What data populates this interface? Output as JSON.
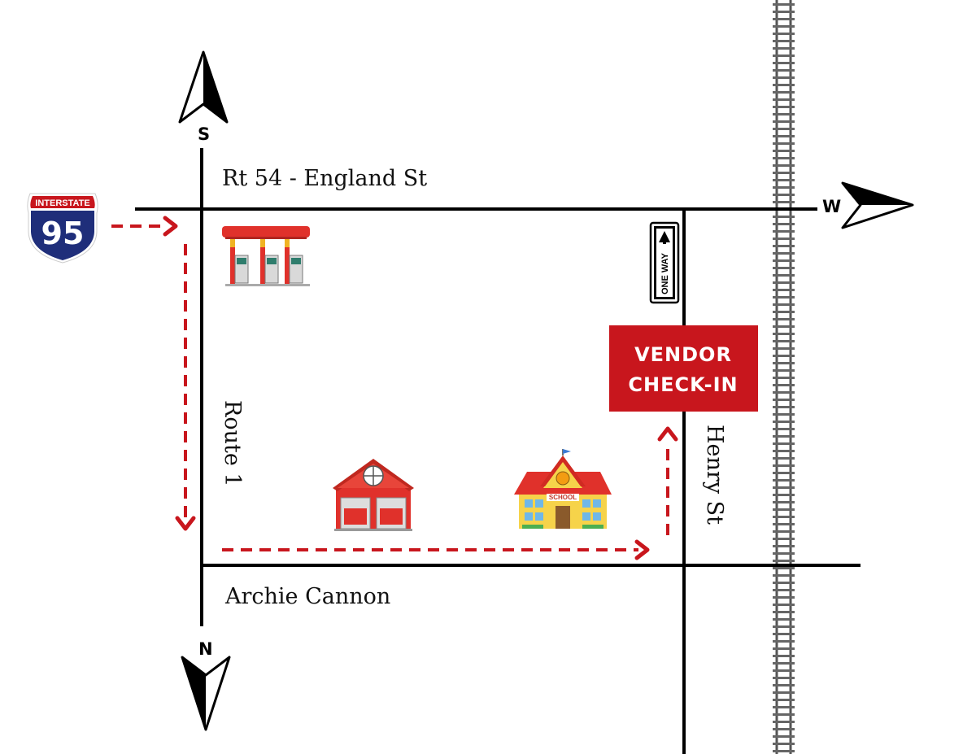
{
  "roads": {
    "north_road": "Rt 54 - England St",
    "south_road": "Archie Cannon",
    "west_road": "Route 1",
    "east_road": "Henry St"
  },
  "compass": {
    "top_label": "S",
    "bottom_label": "N",
    "right_label": "W"
  },
  "interstate": {
    "header": "INTERSTATE",
    "number": "95"
  },
  "one_way_sign": "ONE WAY",
  "vendor_box": {
    "line1": "VENDOR",
    "line2": "CHECK-IN",
    "color": "#c8161d"
  },
  "school_sign": "SCHOOL",
  "landmarks": [
    "gas-station-icon",
    "fire-station-icon",
    "school-icon"
  ],
  "colors": {
    "route_arrow": "#c8161d",
    "road": "#000000",
    "shield_blue": "#1f2e7a",
    "shield_red": "#c8161d"
  }
}
